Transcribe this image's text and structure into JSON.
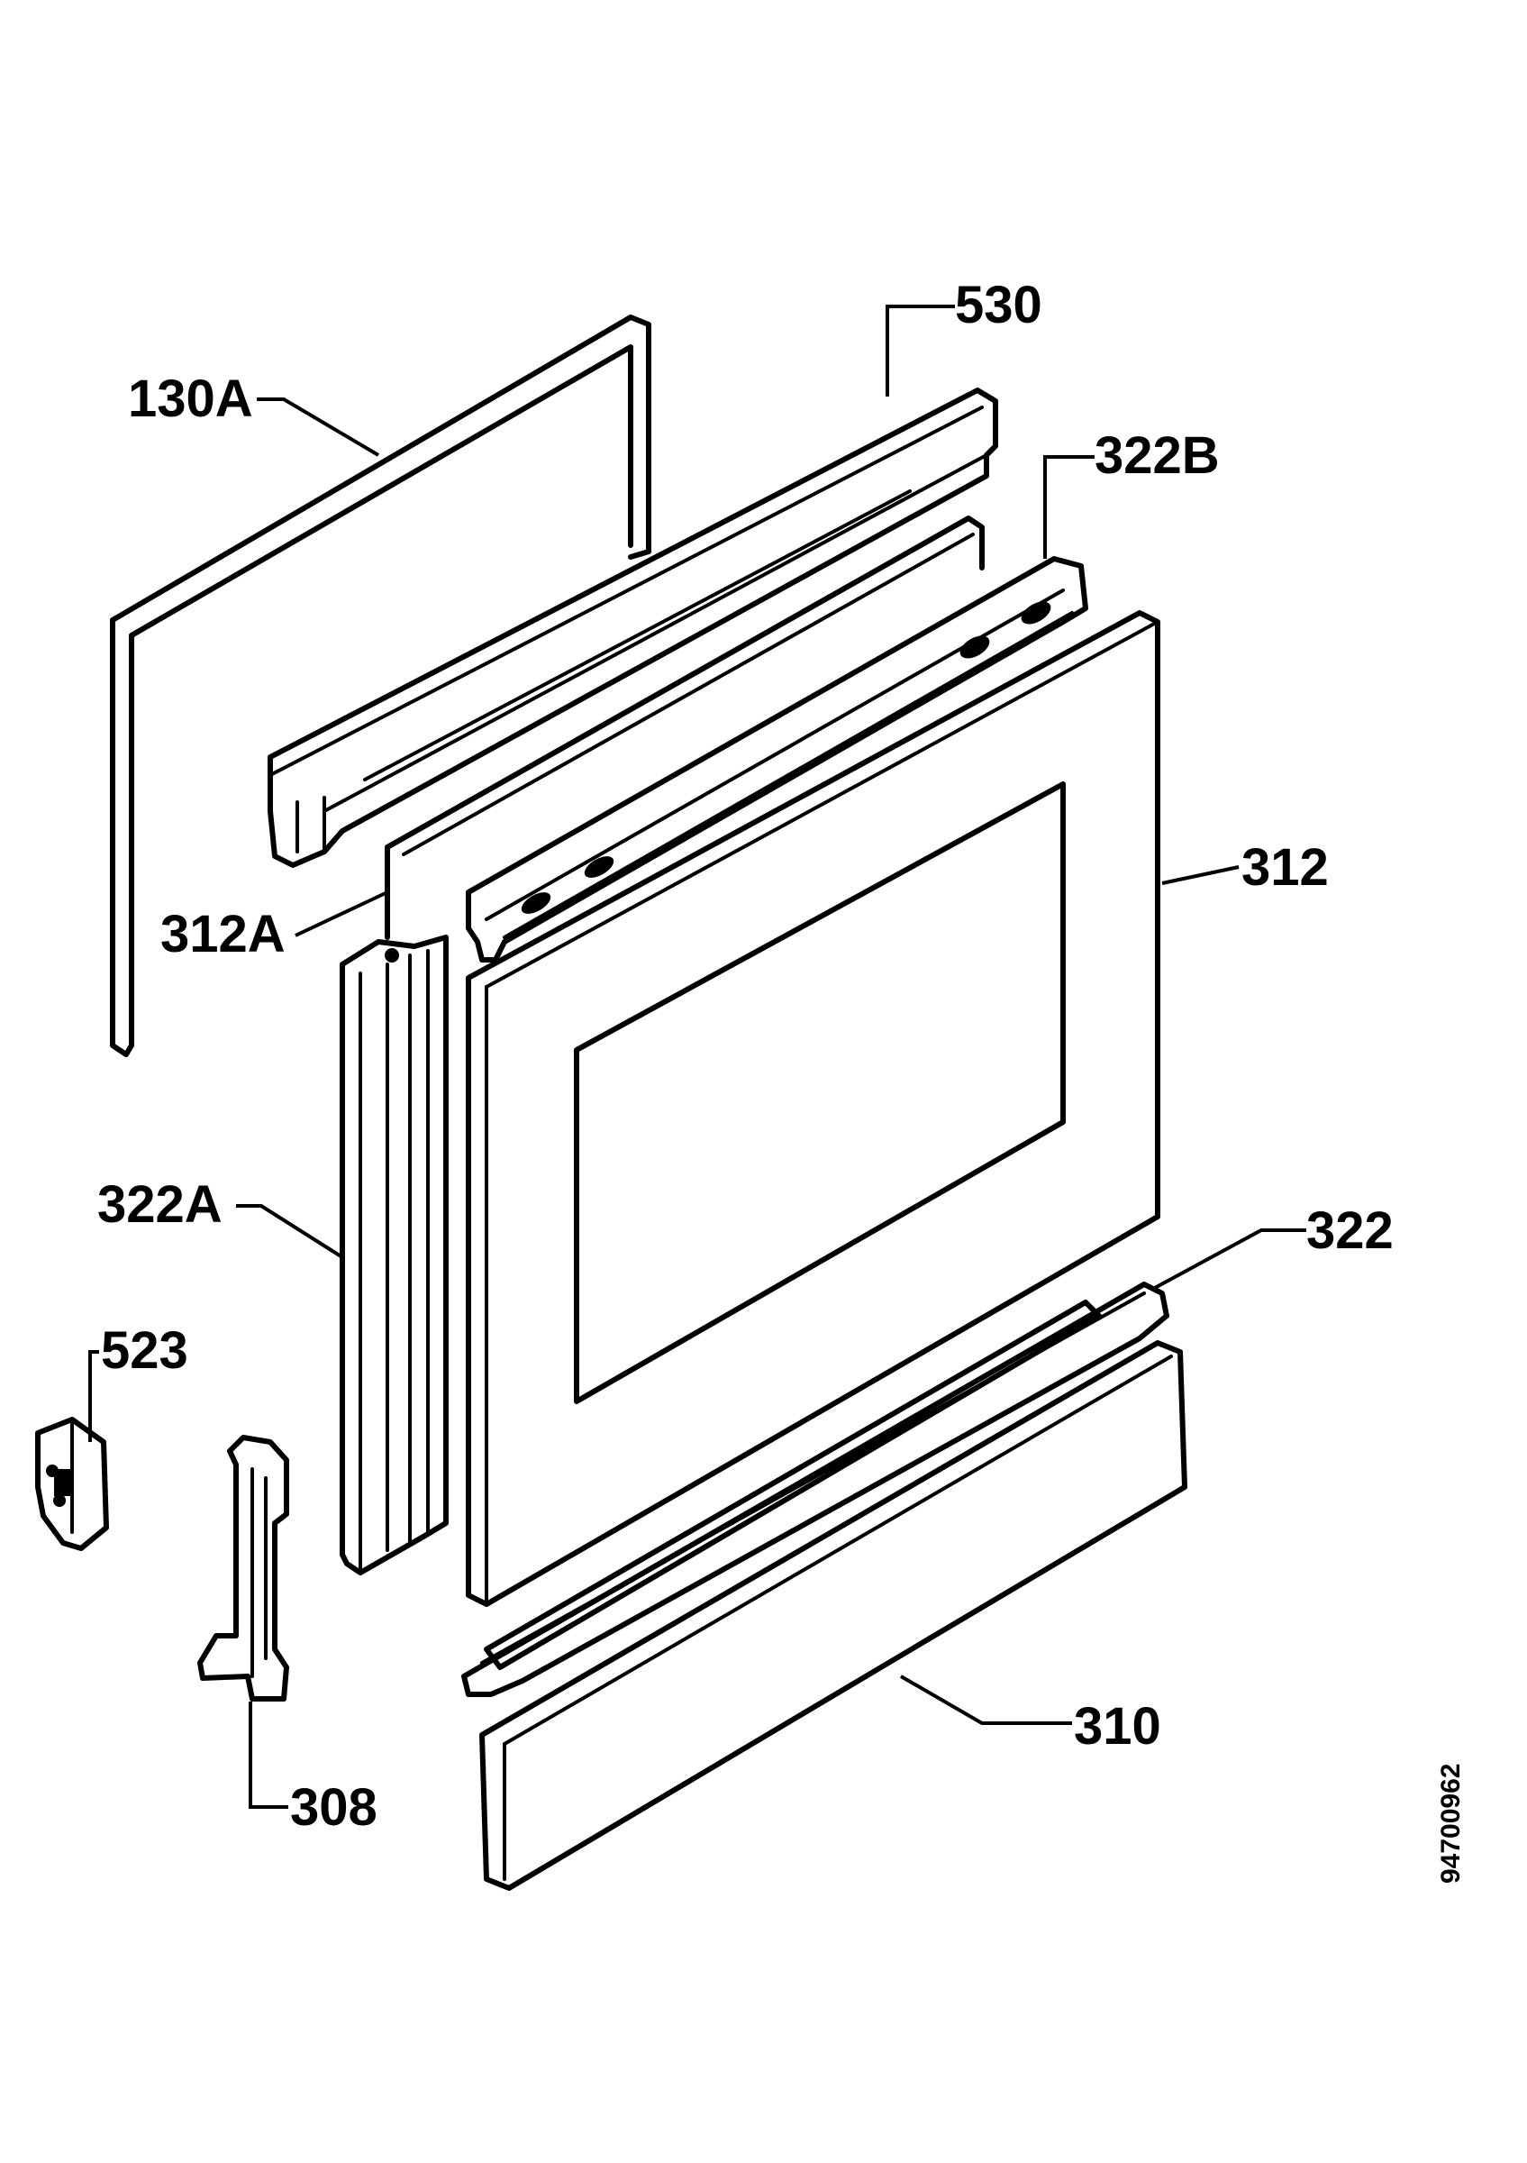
{
  "labels": {
    "p530": "530",
    "p130a": "130A",
    "p322b": "322B",
    "p312": "312",
    "p312a": "312A",
    "p322a": "322A",
    "p322": "322",
    "p523": "523",
    "p310": "310",
    "p308": "308"
  },
  "document_number": "94700962"
}
